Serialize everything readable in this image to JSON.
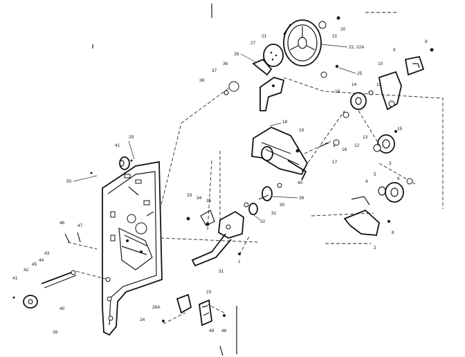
{
  "callouts": [
    {
      "id": "c20a",
      "text": "20"
    },
    {
      "id": "c21a",
      "text": "21"
    },
    {
      "id": "c22",
      "text": "22, 22A"
    },
    {
      "id": "c21b",
      "text": "21"
    },
    {
      "id": "c27",
      "text": "27"
    },
    {
      "id": "c28a",
      "text": "28"
    },
    {
      "id": "c8a",
      "text": "8"
    },
    {
      "id": "c9",
      "text": "9"
    },
    {
      "id": "c10",
      "text": "10"
    },
    {
      "id": "c25",
      "text": "25"
    },
    {
      "id": "c19a",
      "text": "19"
    },
    {
      "id": "c14",
      "text": "14"
    },
    {
      "id": "c11a",
      "text": "11"
    },
    {
      "id": "c36",
      "text": "36"
    },
    {
      "id": "c37",
      "text": "37"
    },
    {
      "id": "c38",
      "text": "38"
    },
    {
      "id": "c18",
      "text": "18"
    },
    {
      "id": "c19b",
      "text": "19"
    },
    {
      "id": "c15",
      "text": "15"
    },
    {
      "id": "c13",
      "text": "13"
    },
    {
      "id": "c12",
      "text": "12"
    },
    {
      "id": "c16",
      "text": "16"
    },
    {
      "id": "c17",
      "text": "17"
    },
    {
      "id": "c40a",
      "text": "40"
    },
    {
      "id": "c39",
      "text": "39"
    },
    {
      "id": "c5",
      "text": "5"
    },
    {
      "id": "c4",
      "text": "4"
    },
    {
      "id": "c3",
      "text": "3"
    },
    {
      "id": "c6",
      "text": "6"
    },
    {
      "id": "c30",
      "text": "30"
    },
    {
      "id": "c33",
      "text": "33"
    },
    {
      "id": "c34",
      "text": "34"
    },
    {
      "id": "c35",
      "text": "35"
    },
    {
      "id": "c31a",
      "text": "31"
    },
    {
      "id": "c32",
      "text": "32"
    },
    {
      "id": "c31b",
      "text": "31"
    },
    {
      "id": "c2",
      "text": "2"
    },
    {
      "id": "c8b",
      "text": "8"
    },
    {
      "id": "c1",
      "text": "1"
    },
    {
      "id": "c41a",
      "text": "41"
    },
    {
      "id": "c29",
      "text": "29"
    },
    {
      "id": "c50",
      "text": "50"
    },
    {
      "id": "c46",
      "text": "46"
    },
    {
      "id": "c47",
      "text": "47"
    },
    {
      "id": "c43",
      "text": "43"
    },
    {
      "id": "c44",
      "text": "44"
    },
    {
      "id": "c45",
      "text": "45"
    },
    {
      "id": "c41b",
      "text": "41"
    },
    {
      "id": "c42",
      "text": "42"
    },
    {
      "id": "c40b",
      "text": "40"
    },
    {
      "id": "c28b",
      "text": "28"
    },
    {
      "id": "c26a",
      "text": "26A"
    },
    {
      "id": "c24",
      "text": "24"
    },
    {
      "id": "c23",
      "text": "23"
    },
    {
      "id": "c49",
      "text": "49"
    },
    {
      "id": "c48",
      "text": "48"
    }
  ]
}
